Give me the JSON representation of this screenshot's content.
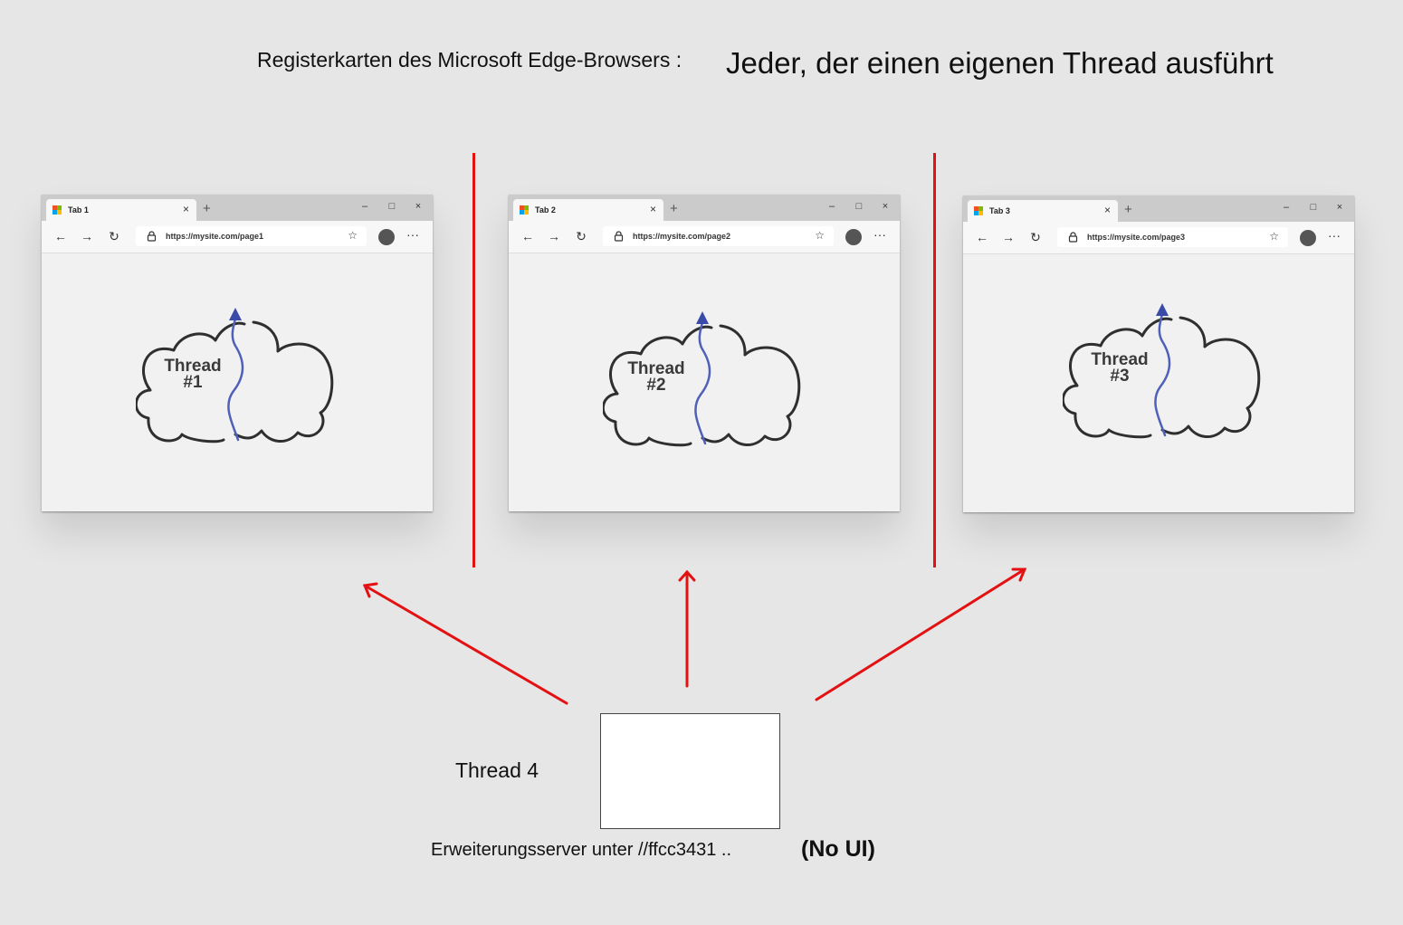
{
  "header": {
    "subtitle": "Registerkarten des Microsoft Edge-Browsers :",
    "title": "Jeder, der einen eigenen Thread ausführt"
  },
  "windows": [
    {
      "tab_label": "Tab 1",
      "url": "https://mysite.com/page1",
      "thread_word": "Thread",
      "thread_number": "#1"
    },
    {
      "tab_label": "Tab 2",
      "url": "https://mysite.com/page2",
      "thread_word": "Thread",
      "thread_number": "#2"
    },
    {
      "tab_label": "Tab 3",
      "url": "https://mysite.com/page3",
      "thread_word": "Thread",
      "thread_number": "#3"
    }
  ],
  "browser_glyphs": {
    "tab_close": "×",
    "new_tab": "+",
    "minimize": "–",
    "maximize": "□",
    "close": "×",
    "back": "←",
    "forward": "→",
    "refresh": "↻",
    "favorite": "☆",
    "more": "···"
  },
  "thread4": {
    "label": "Thread 4",
    "server_text": "Erweiterungsserver unter //ffcc3431 ..",
    "no_ui": "(No UI)"
  },
  "colors": {
    "accent_red": "#e31111",
    "thread_arrow_blue": "#4f60b8",
    "cloud_outline": "#2f2f2f",
    "background": "#e6e6e6"
  },
  "icons": {
    "browser_logo": "microsoft-logo-icon",
    "lock": "lock-icon",
    "profile": "avatar",
    "thread_cloud": "cloud-icon",
    "thread_path": "thread-arrow-icon"
  }
}
